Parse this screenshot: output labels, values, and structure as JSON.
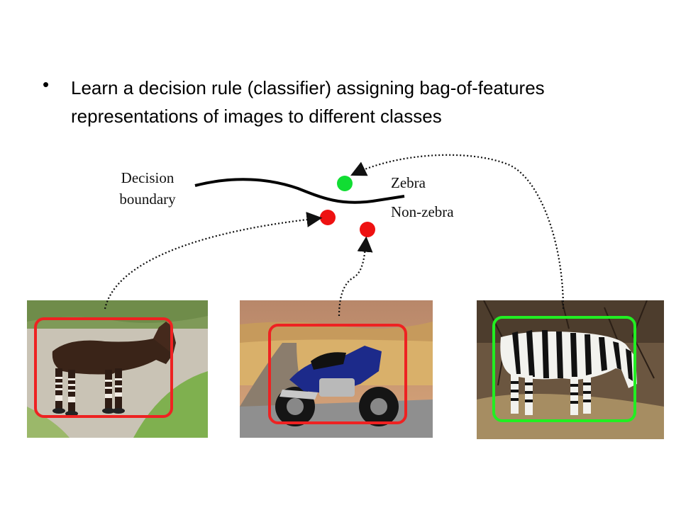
{
  "bullet": {
    "marker": "•",
    "text": "Learn a decision rule (classifier) assigning bag-of-features representations of images to different classes"
  },
  "diagram": {
    "decision_label_line1": "Decision",
    "decision_label_line2": "boundary",
    "zebra_label": "Zebra",
    "nonzebra_label": "Non-zebra",
    "positive_color": "#11dd33",
    "negative_color": "#ee1111"
  },
  "images": [
    {
      "subject": "okapi",
      "class": "non-zebra",
      "frame_color": "#ee2222"
    },
    {
      "subject": "motorcycle",
      "class": "non-zebra",
      "frame_color": "#ee2222"
    },
    {
      "subject": "zebra",
      "class": "zebra",
      "frame_color": "#22ee22"
    }
  ]
}
